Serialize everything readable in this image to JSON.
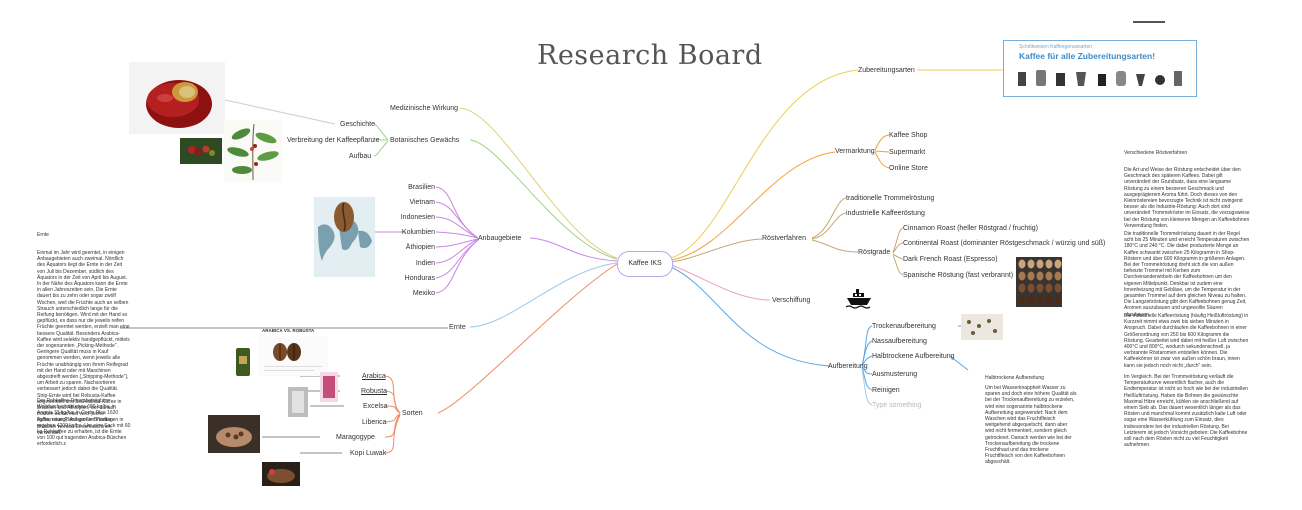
{
  "board_title": "Research Board",
  "center": "Kaffee IKS",
  "branches": {
    "zubereitung": "Zubereitungsarten",
    "vermarktung": "Vermarktung",
    "kaffee_shop": "Kaffee Shop",
    "supermarkt": "Supermarkt",
    "online_store": "Online Store",
    "roestverfahren": "Röstverfahren",
    "trommel": "traditionelle Trommelröstung",
    "industrielle": "industrielle Kaffeeröstung",
    "roestgrade": "Röstgrade",
    "cinnamon": "Cinnamon Roast (heller Röstgrad / fruchtig)",
    "continental": "Continental Roast (dominanter Röstgeschmack / würzig und süß)",
    "dark_french": "Dark French Roast (Espresso)",
    "spanische": "Spanische Röstung (fast verbrannt)",
    "verschiffung": "Verschiffung",
    "aufbereitung": "Aufbereitung",
    "trocken": "Trockenaufbereitung",
    "nass": "Nassaufbereitung",
    "halbtrocken": "Halbtrockene Aufbereitung",
    "ausmusterung": "Ausmusterung",
    "reinigen": "Reinigen",
    "type_something": "Type something",
    "medizinische": "Medizinische Wirkung",
    "botanisches": "Botanisches Gewächs",
    "geschichte": "Geschichte",
    "verbreitung": "Verbreitung der Kaffeepflanze",
    "aufbau": "Aufbau",
    "anbaugebiete": "Anbaugebiete",
    "ernte": "Ernte",
    "sorten": "Sorten",
    "arabica": "Arabica",
    "robusta": "Robusta",
    "excelsa": "Excelsa",
    "liberica": "Liberica",
    "maragogype": "Maragogype",
    "kopi_luwak": "Kopi Luwak"
  },
  "countries": [
    "Brasilien",
    "Vietnam",
    "Indonesien",
    "Kolumbien",
    "Äthiopien",
    "Indien",
    "Honduras",
    "Mexiko"
  ],
  "poster": {
    "small": "Schrittweisen Kaffeegenussarten",
    "big": "Kaffee für alle Zubereitungsarten!"
  },
  "sorten_image_caption": "ARABICA VS. ROBUSTA",
  "notes": {
    "roest_title": "Verschiedene Röstverfahren",
    "roest_1": "Die Art und Weise der Röstung entscheidet über den Geschmack des späteren Kaffees. Dabei gilt unverändert der Grundsatz, dass eine langsame Röstung zu einem besseren Geschmack und ausgeprägterem Aroma führt. Doch dieses von den Kleinröstereien bevorzugte Technik ist nicht zwingend besser als die Industrie-Röstung: Auch dort sind unveränderl Trommelröster im Einsatz, die vorzugsweise bei der Röstung von kleineren Mengen an Kaffeebohnen Verwendung finden.",
    "roest_2": "Die traditionelle Trommelröstung dauert in der Regel acht bis 25 Minuten und erreicht Temperaturen zwischen 180°C und 240 °C. Die dabei produzierte Menge an Kaffee schwankt zwischen 25 Kilogramm in Shop-Röstern und über 600 Kilogramm in größeren Anlagen. Bei der Trommelröstung dreht sich die von außen beheizte Trommel mit Kerben zum Durcheinanderwirbeln der Kaffeebohnen um den eigenen Mittelpunkt. Denkbar ist zudem eine Innenheizung mit Gebläse, um die Temperatur in der gesamten Trommel auf dem gleichen Niveau zu halten. Die Langzeitröstung gibt den Kaffeebohnen genug Zeit, Aromen auszubauen und ungewollte Säuren abzubauen.",
    "roest_3": "Die industrielle Kaffeeröstung (häufig Heißluftröstung) in Kurzzeit nimmt etwa zwei bis sieben Minuten in Anspruch. Dabei durchlaufen die Kaffeebohnen in einer Größenordnung von 250 bis 600 Kilogramm die Röstung. Gearbeitet wird dabei mit heißer Luft zwischen 400°C und 800°C, wodurch sekundenschnell, ja verbrannte Röstaromen entstellen können. Die Kaffeekörner ist zwar von außen schön braun, innen kann sie jedoch noch nicht „durch“ sein.",
    "roest_4": "Im Vergleich. Bei der Trommelröstung verläuft die Temperaturkurve wesentlich flacher, auch die Endtemperatur ist nicht so hoch wie bei der industriellen Heißluftröstung. Haben die Bohnen die gewünschte Maximal Hitze erreicht, kühlen sie anschließend auf einem Sieb ab. Das dauert wesentlich länger als das Rösten und manchmal kommt zusätzlich kalte Luft oder sogar eine Wasserkühlung zum Einsatz, dies insbesondere bei der industriellen Röstung. Bei Letzterem ist jedoch Vorsicht geboten: Die Kaffeebohne soll nach dem Rösten nicht zu viel Feuchtigkeit aufnehmen.",
    "halb_title": "Halbtrockene Aufbereitung",
    "halb_body": "Um bei Wasserknappheit Wasser zu sparen und doch eine höhere Qualität als bei der Trockenaufbereitung zu erzielen, wird eine sogenannte halbtrockene Aufbereitung angewendet: Nach dem Waschen wird das Fruchtfleisch weitgehend abgequetscht, dann aber wird nicht fermentiert, sondern gleich getrocknet. Danach werden wie bei der Trockenaufbereitung die trockene Fruchthaut und das trockene Fruchtfleisch von den Kaffeebohnen abgeschält.",
    "ernte_title": "Ernte",
    "ernte_body": "Einmal im Jahr wird geerntet, in einigen Anbaugebieten auch zweimal. Nördlich des Äquators liegt die Ernte in der Zeit von Juli bis Dezember, südlich des Äquators in der Zeit von April bis August. In der Nähe des Äquators kann die Ernte in allen Jahreszeiten sein. Die Ernte dauert bis zu zehn oder sogar zwölf Wochen, weil die Früchte auch an selben Strauch unterschiedlich lange für die Reifung benötigen. Wird mit der Hand so gepflückt, es dass nur die jeweils reifen Früchte geerntet werden, erzielt man eine bessere Qualität. Besonders Arabica-Kaffee wird selektiv handgepflückt, mittels der sogenannten „Picking-Methode“. Geringere Qualität muss in Kauf genommen werden, wenn jeweils alle Früchte unabhängig von ihrem Reifegrad mit der Hand oder mit Maschinen abgestreift werden („Stripping-Methode“), um Arbeit zu sparen. Nachsortieren verbessert jedoch dabei die Qualität. Strip-Ernte wird bei Robusta-Kaffee angewendet und bei Arabica-Kaffee in Brasilien und Äthiopien, der danach trocken aufbereitet wird (siehe Aufbereitung). Auf großen Plantagen in Brasilien werden Erntemaschinen verwendet.",
    "ernte_2": "Der Rohkaffee-Ertrag beträgt im Weltdurchschnitt etwa 680 kg/ha, in Angola 33 kg/ha, in Costa Rica 1620 kg/ha, neue Plantagen in Brasilien ergeben 4200 kg/ha. Um eine Sack mit 60 kg Rohkaffee zu erhalten, ist die Ernte von 100 qut tragenden Arabica-Büschen erforderlich.z"
  },
  "colors": {
    "zubereitung": "#e9cf57",
    "vermarktung": "#f2a13a",
    "roestverfahren": "#c7a776",
    "verschiffung": "#f0a0bd",
    "aufbereitung": "#5aa8e8",
    "sorten": "#f08a65",
    "ernte": "#9fc9e8",
    "anbaugebiete": "#c887e6",
    "botanisch": "#a3d08a",
    "medizinisch": "#ddd27a"
  }
}
